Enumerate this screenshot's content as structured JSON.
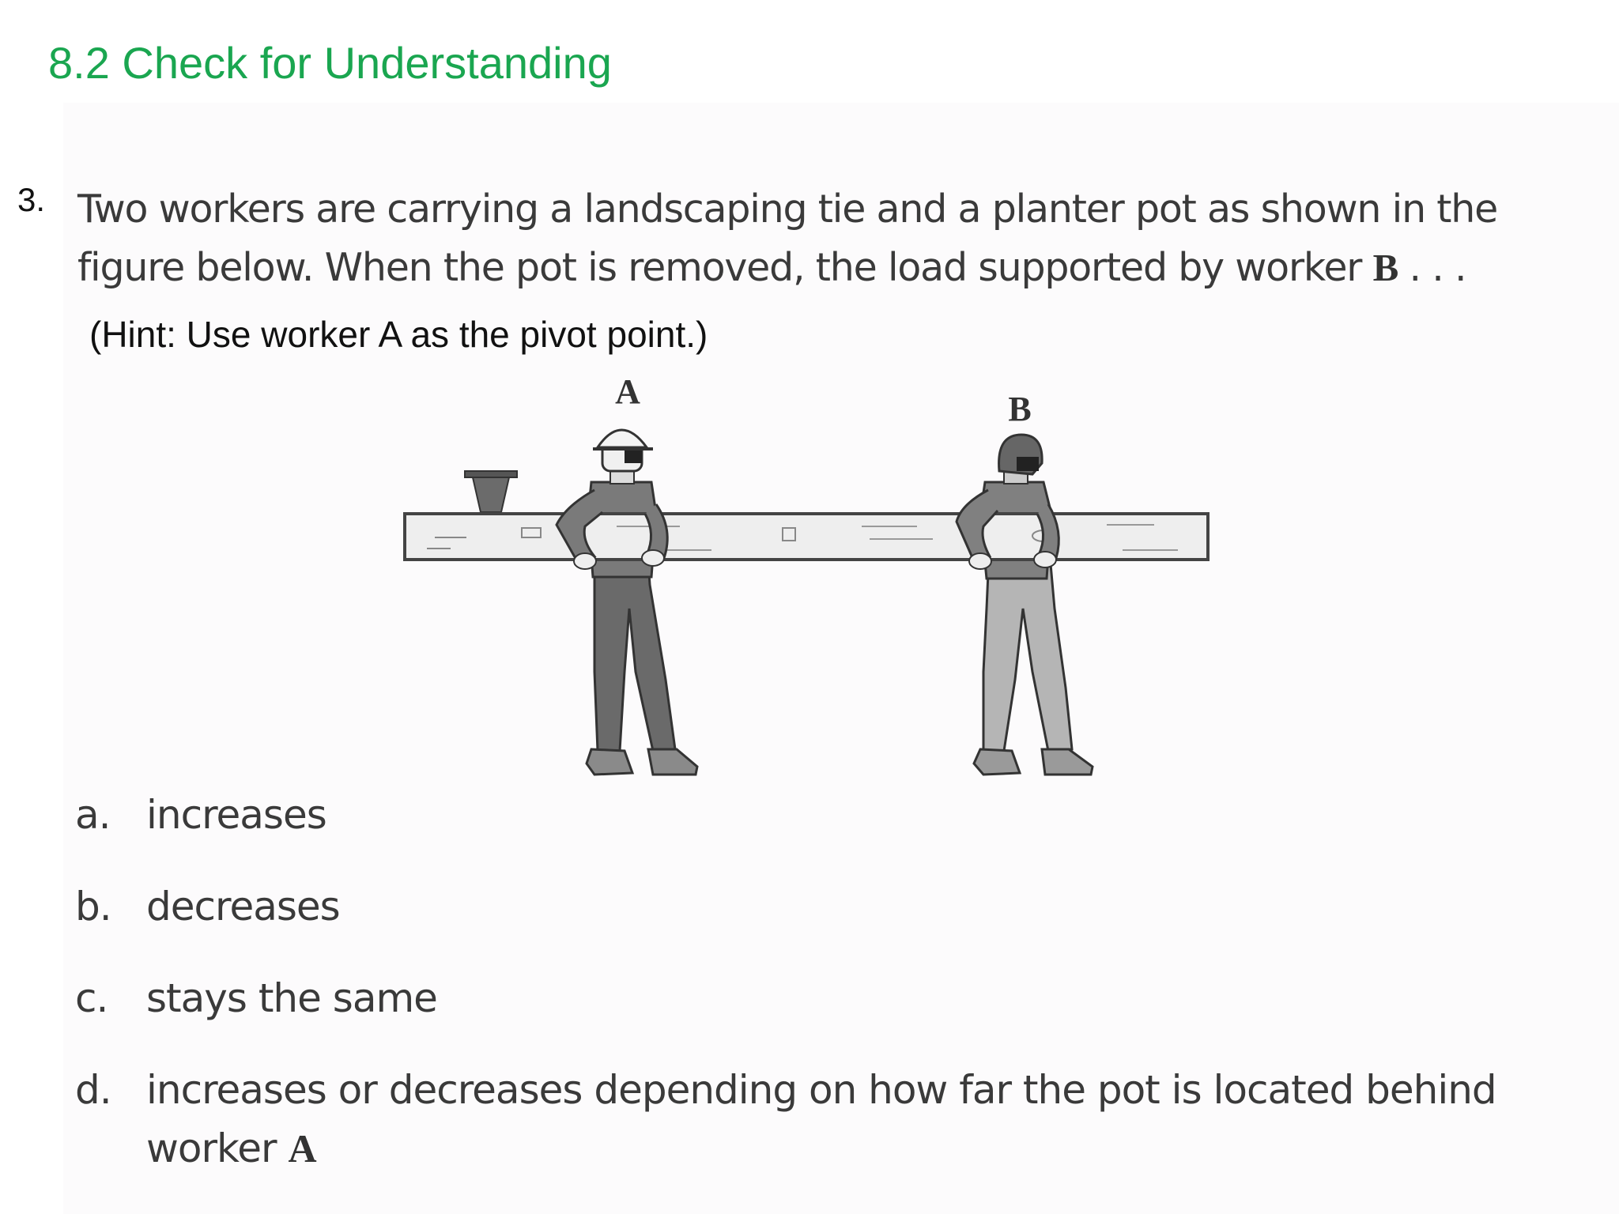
{
  "slide": {
    "title": "8.2 Check for Understanding"
  },
  "question": {
    "number": "3.",
    "line1": "Two workers are carrying a landscaping tie and a planter pot as shown in the",
    "line2_prefix": "figure below.  When the pot is removed, the load supported by worker ",
    "line2_worker": "B",
    "line2_suffix": " . . .",
    "hint": "(Hint: Use worker A as the pivot point.)"
  },
  "figure": {
    "label_a": "A",
    "label_b": "B"
  },
  "options": [
    {
      "letter": "a.",
      "text": "increases"
    },
    {
      "letter": "b.",
      "text": "decreases"
    },
    {
      "letter": "c.",
      "text": "stays the same"
    },
    {
      "letter": "d.",
      "line1": "increases or decreases depending on how far the pot is located behind",
      "line2_prefix": "worker ",
      "line2_worker": "A"
    }
  ]
}
